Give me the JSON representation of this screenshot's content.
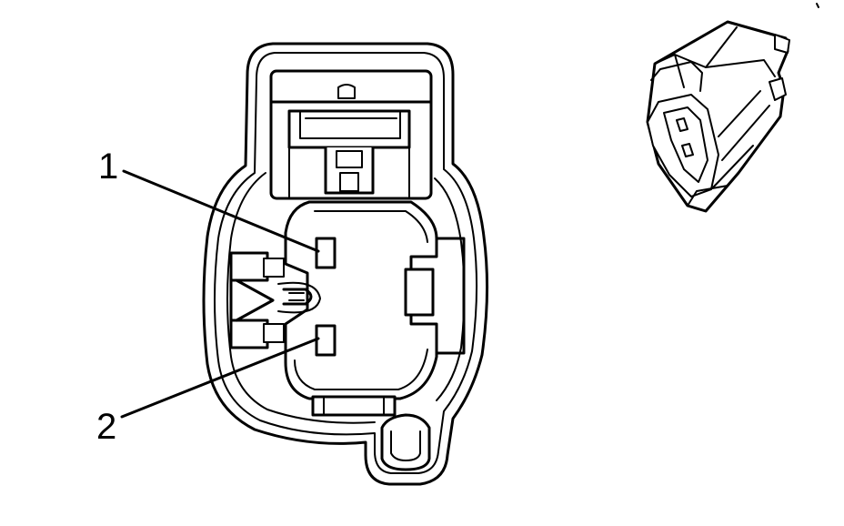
{
  "callouts": [
    {
      "id": "1",
      "label": "1"
    },
    {
      "id": "2",
      "label": "2"
    }
  ],
  "colors": {
    "stroke": "#000000",
    "background": "#ffffff"
  }
}
